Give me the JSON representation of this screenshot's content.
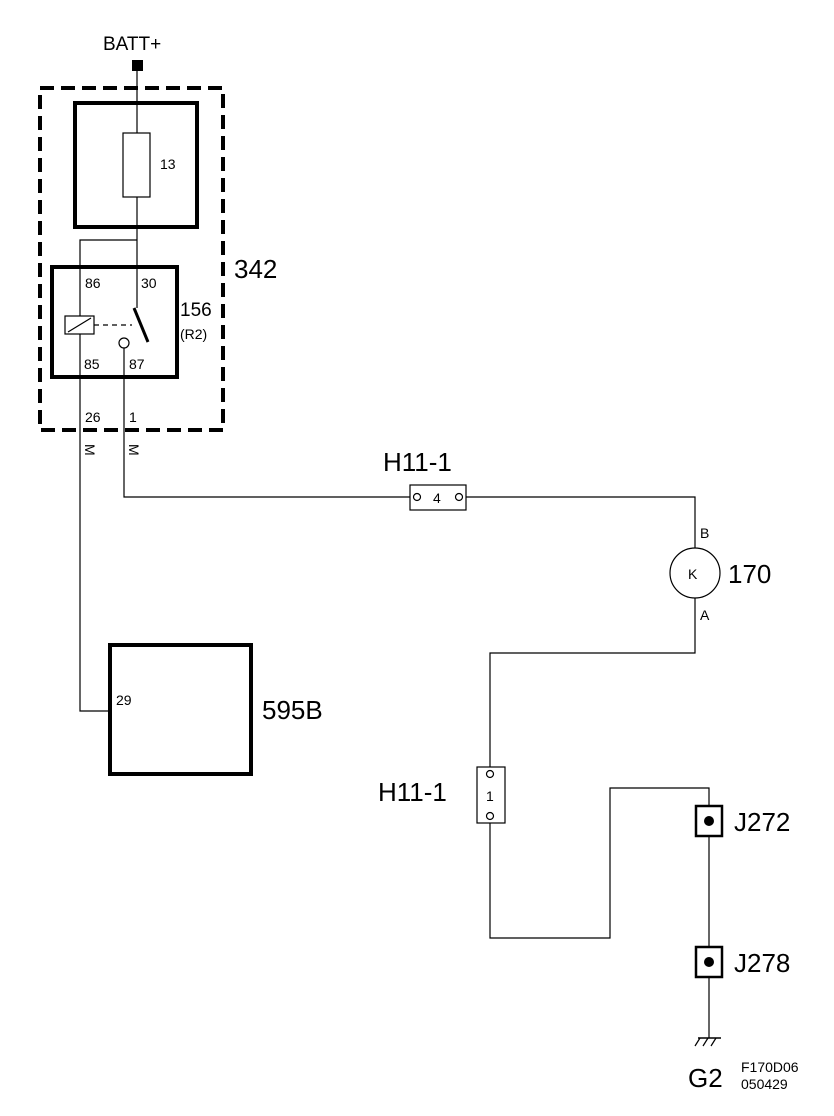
{
  "labels": {
    "batt": "BATT+",
    "module": "342",
    "fuse": "13",
    "relay": "156",
    "relay_sub": "(R2)",
    "pin86": "86",
    "pin30": "30",
    "pin85": "85",
    "pin87": "87",
    "pin26": "26",
    "pin1": "1",
    "wire_m1": "M",
    "wire_m2": "M",
    "conn_top": "H11-1",
    "conn_top_pin": "4",
    "motor": "170",
    "motor_symbol": "K",
    "motor_b": "B",
    "motor_a": "A",
    "ecu": "595B",
    "ecu_pin": "29",
    "conn_bottom": "H11-1",
    "conn_bottom_pin": "1",
    "j272": "J272",
    "j278": "J278",
    "ground": "G2",
    "code1": "F170D06",
    "code2": "050429"
  }
}
